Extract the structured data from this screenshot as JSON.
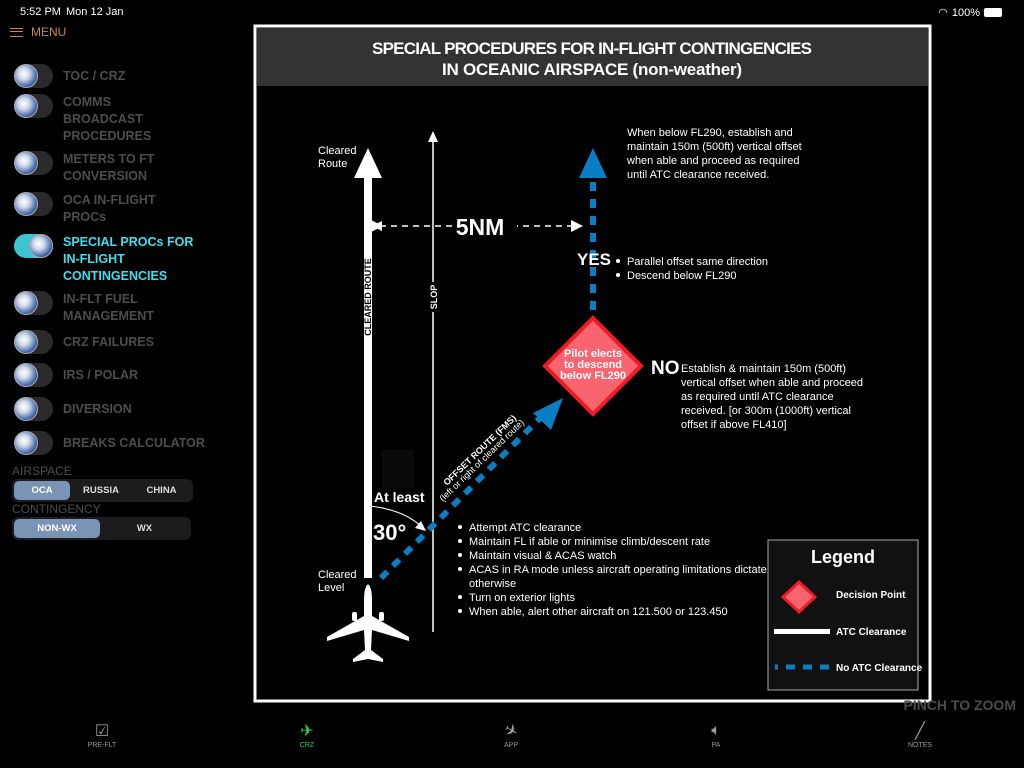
{
  "status_bar": {
    "time": "5:52 PM",
    "date": "Mon 12 Jan",
    "battery": "100%"
  },
  "menu": {
    "label": "MENU"
  },
  "sidebar": {
    "items": [
      {
        "label": "TOC / CRZ",
        "on": false
      },
      {
        "label": "COMMS BROADCAST PROCEDURES",
        "on": false
      },
      {
        "label": "METERS TO FT CONVERSION",
        "on": false
      },
      {
        "label": "OCA IN-FLIGHT PROCs",
        "on": false
      },
      {
        "label": "SPECIAL PROCs FOR IN-FLIGHT CONTINGENCIES",
        "on": true
      },
      {
        "label": "IN-FLT FUEL MANAGEMENT",
        "on": false
      },
      {
        "label": "CRZ FAILURES",
        "on": false
      },
      {
        "label": "IRS / POLAR",
        "on": false
      },
      {
        "label": "DIVERSION",
        "on": false
      },
      {
        "label": "BREAKS CALCULATOR",
        "on": false
      }
    ]
  },
  "airspace": {
    "label": "AIRSPACE",
    "options": [
      "OCA",
      "RUSSIA",
      "CHINA"
    ],
    "selected": "OCA"
  },
  "contingency": {
    "label": "CONTINGENCY",
    "options": [
      "NON-WX",
      "WX"
    ],
    "selected": "NON-WX"
  },
  "diagram": {
    "title_line1": "SPECIAL PROCEDURES FOR IN-FLIGHT CONTINGENCIES",
    "title_line2": "IN OCEANIC AIRSPACE (non-weather)",
    "cleared_route_line1": "Cleared",
    "cleared_route_line2": "Route",
    "cleared_route_vertical": "CLEARED ROUTE",
    "slop": "SLOP",
    "distance": "5NM",
    "yes": "YES",
    "no": "NO",
    "yes_bullets": [
      "Parallel offset same direction",
      "Descend below FL290"
    ],
    "top_note": [
      "When below FL290, establish and",
      "maintain 150m (500ft) vertical offset",
      "when able and proceed as required",
      "until ATC clearance received."
    ],
    "decision": [
      "Pilot elects",
      "to descend",
      "below FL290"
    ],
    "no_note": [
      "Establish & maintain 150m (500ft)",
      "vertical offset when able and proceed",
      "as required until ATC clearance",
      "received. [or 300m (1000ft) vertical",
      "offset if above FL410]"
    ],
    "offset_route": "OFFSET ROUTE (FMS)",
    "offset_route_sub": "(left or right of cleared route)",
    "at_least": "At least",
    "angle": "30°",
    "cleared_level_line1": "Cleared",
    "cleared_level_line2": "Level",
    "actions": [
      "Attempt ATC clearance",
      "Maintain FL if able or minimise climb/descent rate",
      "Maintain visual & ACAS watch",
      "ACAS in RA mode unless aircraft operating limitations dictate",
      "otherwise",
      "Turn on exterior lights",
      "When able, alert other aircraft on 121.500 or 123.450"
    ],
    "legend": {
      "title": "Legend",
      "decision_point": "Decision Point",
      "atc_clearance": "ATC Clearance",
      "no_atc_clearance": "No ATC Clearance"
    },
    "colors": {
      "blue": "#0a7ec2",
      "diamond_fill": "#f8656f",
      "diamond_stroke": "#ee1c25"
    }
  },
  "pinch_hint": "PINCH TO ZOOM",
  "tabs": [
    {
      "label": "PRE-FLT",
      "icon": "checkbox-icon"
    },
    {
      "label": "CRZ",
      "icon": "airplane-icon",
      "active": true
    },
    {
      "label": "APP",
      "icon": "landing-icon"
    },
    {
      "label": "PA",
      "icon": "speaker-icon"
    },
    {
      "label": "NOTES",
      "icon": "pencil-icon"
    }
  ]
}
